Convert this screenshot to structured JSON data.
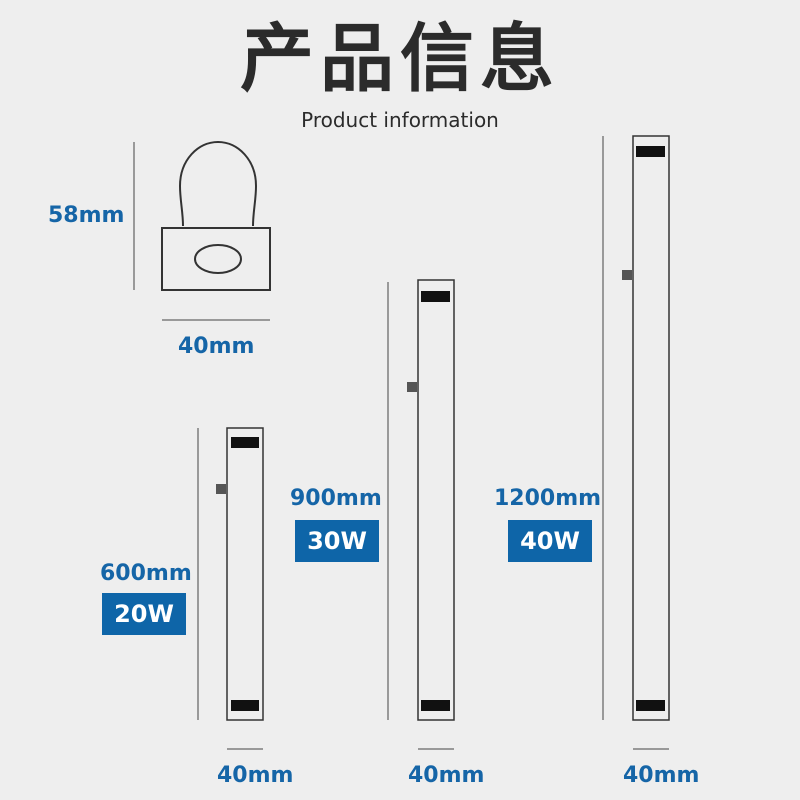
{
  "header": {
    "title": "产品信息",
    "subtitle": "Product information"
  },
  "profile": {
    "height_label": "58mm",
    "width_label": "40mm"
  },
  "products": [
    {
      "length_label": "600mm",
      "power_label": "20W",
      "width_label": "40mm"
    },
    {
      "length_label": "900mm",
      "power_label": "30W",
      "width_label": "40mm"
    },
    {
      "length_label": "1200mm",
      "power_label": "40W",
      "width_label": "40mm"
    }
  ],
  "colors": {
    "accent": "#0e65a8",
    "dimension_text": "#1565a7",
    "title_text": "#2b2b2b",
    "background": "#eeeeee"
  }
}
